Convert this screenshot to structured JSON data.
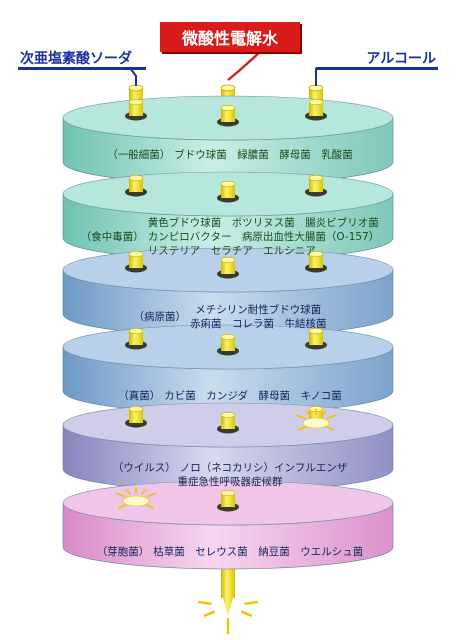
{
  "title": "微酸性電解水",
  "left_label": "次亜塩素酸ソーダ",
  "right_label": "アルコール",
  "layers": [
    {
      "category": "（一般細菌）",
      "lines": [
        "ブドウ球菌　緑膿菌　酵母菌　乳酸菌"
      ]
    },
    {
      "category": "（食中毒菌）",
      "lines": [
        "黄色ブドウ球菌　ボツリヌス菌　腸炎ビブリオ菌",
        "カンピロバクター　病原出血性大腸菌（O-157）",
        "リステリア　セラチア　エルシニア"
      ]
    },
    {
      "category": "（病原菌）",
      "lines": [
        "メチシリン耐性ブドウ球菌",
        "赤痢菌　コレラ菌　牛結核菌"
      ]
    },
    {
      "category": "（真菌）",
      "lines": [
        "カビ菌　カンジダ　酵母菌　キノコ菌"
      ]
    },
    {
      "category": "（ウイルス）",
      "lines": [
        "ノロ（ネコカリシ）インフルエンザ",
        "重症急性呼吸器症候群"
      ]
    },
    {
      "category": "（芽胞菌）",
      "lines": [
        "枯草菌　セレウス菌　納豆菌　ウエルシュ菌"
      ]
    }
  ],
  "colors": {
    "title_bg": "#d81c1c",
    "label_text": "#1a2fa0",
    "rod": "#f2e600",
    "layer_colors": [
      "#8fd3c6",
      "#8fd3c6",
      "#8fb3d6",
      "#8fb3d6",
      "#a9a8d0",
      "#e5a9d8"
    ]
  }
}
